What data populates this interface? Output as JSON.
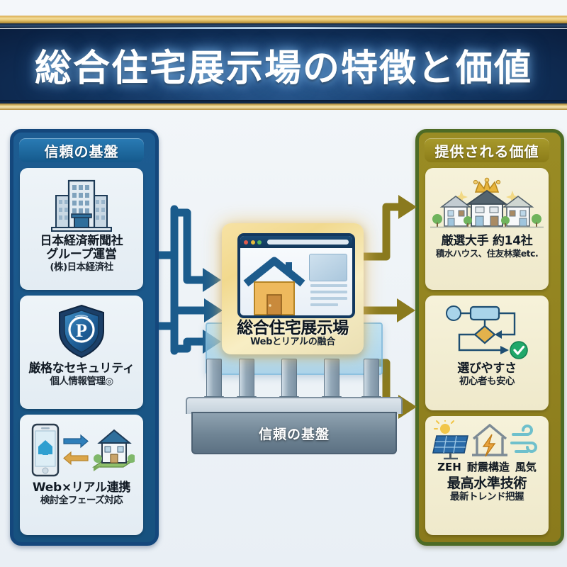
{
  "banner": {
    "title": "総合住宅展示場の特徴と価値"
  },
  "left_panel": {
    "header": "信頼の基盤",
    "accent_color": "#15598c",
    "border_color": "#14477c",
    "cards": [
      {
        "icon": "office-building-icon",
        "title": "日本経済新聞社",
        "line2": "グループ運営",
        "sub": "(株)日本経済社"
      },
      {
        "icon": "security-shield-icon",
        "title": "厳格なセキュリティ",
        "sub": "個人情報管理◎"
      },
      {
        "icon": "web-real-link-icon",
        "title": "Web×リアル連携",
        "sub": "検討全フェーズ対応"
      }
    ]
  },
  "right_panel": {
    "header": "提供される価値",
    "accent_color": "#8b7c18",
    "border_color": "#4d6b25",
    "cards": [
      {
        "icon": "premium-houses-crown-icon",
        "title": "厳選大手 約14社",
        "sub": "積水ハウス、住友林業etc."
      },
      {
        "icon": "flowchart-check-icon",
        "title": "選びやすさ",
        "sub": "初心者も安心"
      },
      {
        "icon": "eco-tech-icons",
        "tech_labels": [
          "ZEH",
          "耐震構造",
          "風気"
        ],
        "title": "最高水準技術",
        "sub": "最新トレンド把握"
      }
    ]
  },
  "center": {
    "icon": "browser-house-icon",
    "title": "総合住宅展示場",
    "subtitle": "Webとリアルの融合",
    "pedestal_label": "信頼の基盤",
    "card_color": "#f1d98e",
    "glass_color": "#80c0e4"
  },
  "arrows": {
    "left_color": "#1a5b8c",
    "right_color": "#8a7a1e",
    "left_count": 3,
    "right_count": 3
  }
}
